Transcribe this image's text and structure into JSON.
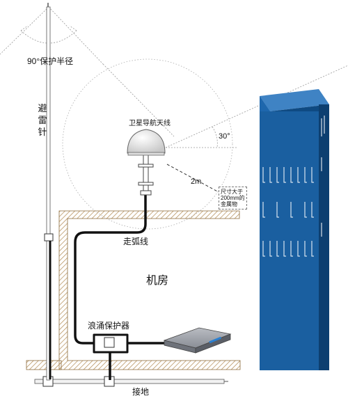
{
  "labels": {
    "protection_radius": "90°保护半径",
    "lightning_rod_chars": [
      "避",
      "雷",
      "针"
    ],
    "satellite_antenna": "卫星导航天线",
    "angle": "30°",
    "distance": "2m",
    "size_note_lines": [
      "尺寸大于",
      "200mm的",
      "金属物"
    ],
    "arc_cable": "走弧线",
    "equipment_room": "机房",
    "surge_protector": "浪涌保护器",
    "grounding": "接地"
  },
  "colors": {
    "building": "#1a5fa0",
    "building_side": "#0f4a82",
    "building_top": "#3f83c4",
    "cable": "#111111",
    "wall_hatch": "#b08850",
    "antenna_dome": "#e6e6e6",
    "receiver_box": "#8a8e96"
  }
}
